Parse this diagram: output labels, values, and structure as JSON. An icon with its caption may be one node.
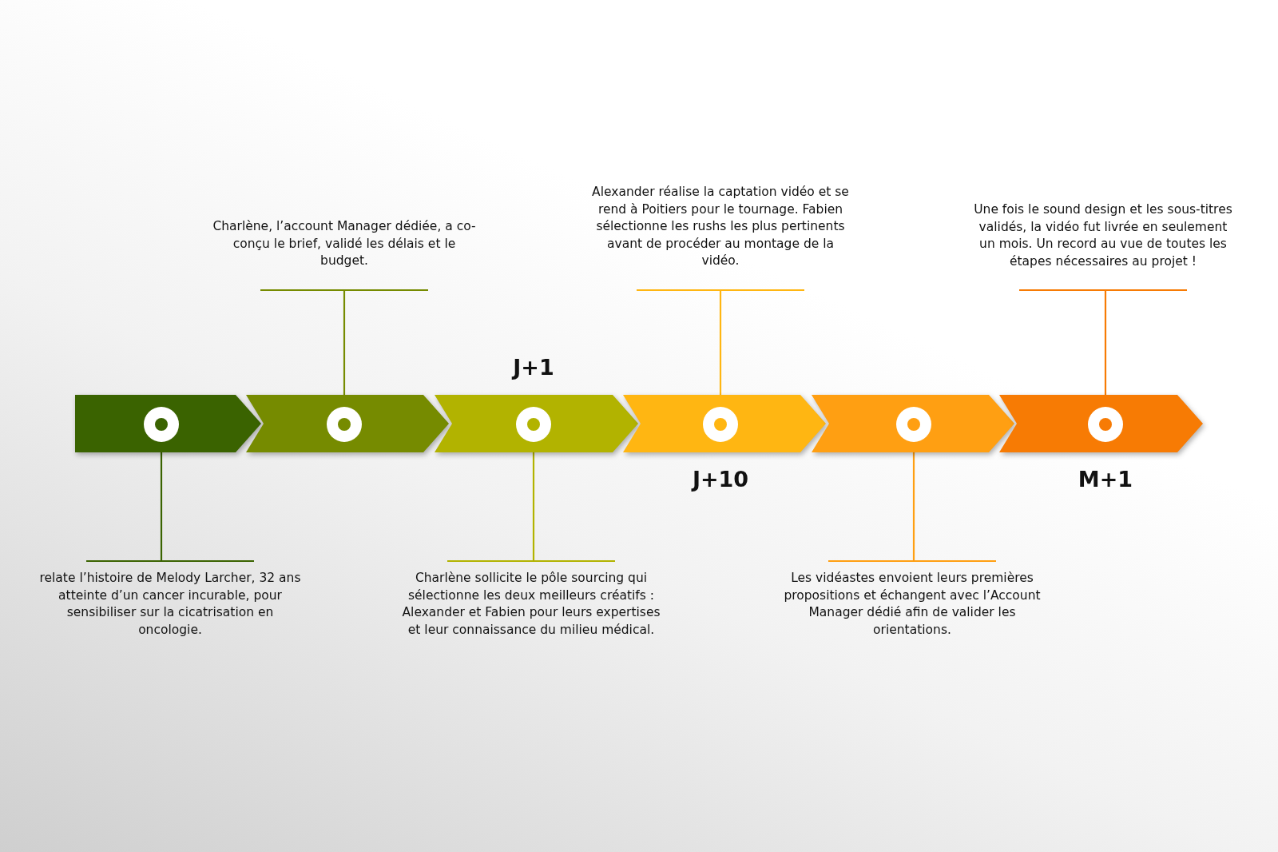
{
  "diagram": {
    "nodes": [
      {
        "text": [],
        "shape": "arrow"
      },
      {
        "text": [],
        "shape": "arrow"
      },
      {
        "text": [],
        "shape": "arrow",
        "beside": [
          "J+1"
        ]
      },
      {
        "text": [],
        "shape": "arrow",
        "beside": [
          "J+10"
        ]
      },
      {
        "text": [],
        "shape": "arrow"
      },
      {
        "text": [],
        "shape": "arrow",
        "beside": [
          "M+1"
        ]
      },
      {
        "text": [
          "relate l’histoire de Melody Larcher, 32 ans atteinte d’un cancer incurable, pour sensibiliser sur la cicatrisation en oncologie."
        ]
      },
      {
        "text": [
          "Charlène, l’account Manager dédiée, a co-conçu le brief, validé les délais et le budget."
        ]
      },
      {
        "text": [
          "Charlène sollicite le pôle sourcing qui sélectionne les deux meilleurs créatifs : Alexander et Fabien pour leurs expertises et leur connaissance du milieu médical."
        ]
      },
      {
        "text": [
          "Alexander réalise la captation vidéo et se rend à Poitiers pour le tournage. Fabien sélectionne les rushs les plus pertinents avant de procéder au montage de la vidéo."
        ]
      },
      {
        "text": [
          "Les vidéastes envoient leurs premières propositions et échangent avec l’Account Manager dédié afin de valider les orientations."
        ]
      },
      {
        "text": [
          "Une fois le sound design et les sous-titres validés, la vidéo fut livrée en seulement un mois. Un record au vue de toutes les étapes nécessaires au projet !"
        ]
      }
    ],
    "edges": [
      {
        "from": 6,
        "to": 0,
        "arrow": "none",
        "color": "#3a6300"
      },
      {
        "from": 7,
        "to": 1,
        "arrow": "none",
        "color": "#768b00"
      },
      {
        "from": 8,
        "to": 2,
        "arrow": "none",
        "color": "#b2b300"
      },
      {
        "from": 9,
        "to": 3,
        "arrow": "none",
        "color": "#ffb612"
      },
      {
        "from": 10,
        "to": 4,
        "arrow": "none",
        "color": "#ff9f12"
      },
      {
        "from": 11,
        "to": 5,
        "arrow": "none",
        "color": "#f77b04"
      }
    ]
  }
}
